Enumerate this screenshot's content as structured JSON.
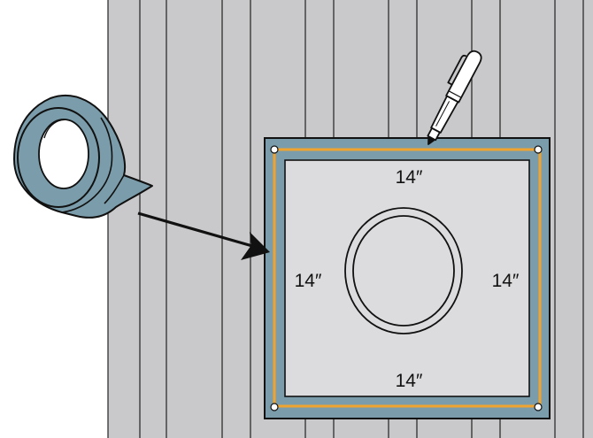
{
  "labels": {
    "top": "14″",
    "left": "14″",
    "right": "14″",
    "bottom": "14″"
  },
  "colors": {
    "siding": "#c9c9cb",
    "siding_line": "#222222",
    "flashing": "#7b9dab",
    "tape": "#7b9dab",
    "tape_hole": "#ffffff",
    "sheet": "#dcdcde",
    "guide_line": "#f0a32e",
    "outline": "#111111",
    "arrow": "#111111",
    "marker_body": "#ffffff"
  },
  "icons": {
    "tape": "duct-tape-roll-icon",
    "marker": "marker-pen-icon",
    "arrow": "arrow-right-icon",
    "nail": "nail-hole-icon"
  }
}
